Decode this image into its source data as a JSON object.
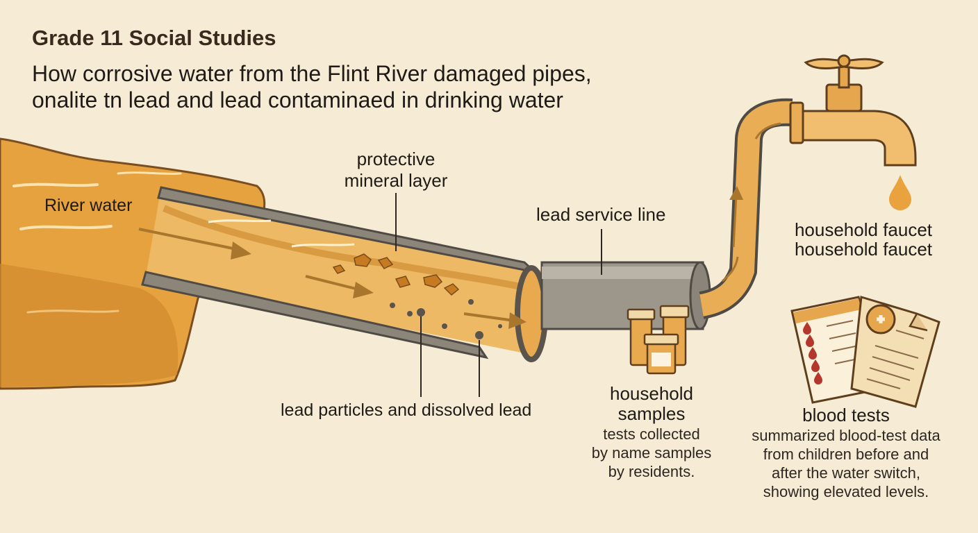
{
  "title": "Grade 11 Social Studies",
  "subtitle_line1": "How corrosive water from the Flint River damaged pipes,",
  "subtitle_line2": "onalite tn lead and lead contaminaed in drinking water",
  "labels": {
    "river_water": "River water",
    "mineral_layer_1": "protective",
    "mineral_layer_2": "mineral layer",
    "lead_service_line": "lead service line",
    "faucet_1": "household faucet",
    "faucet_2": "household faucet",
    "lead_particles": "lead particles and dissolved lead",
    "samples_1": "household",
    "samples_2": "samples",
    "samples_desc_1": "tests collected",
    "samples_desc_2": "by name samples",
    "samples_desc_3": "by residents.",
    "blood_title": "blood tests",
    "blood_desc_1": "summarized blood-test data",
    "blood_desc_2": "from children before and",
    "blood_desc_3": "after the water switch,",
    "blood_desc_4": "showing elevated levels."
  }
}
